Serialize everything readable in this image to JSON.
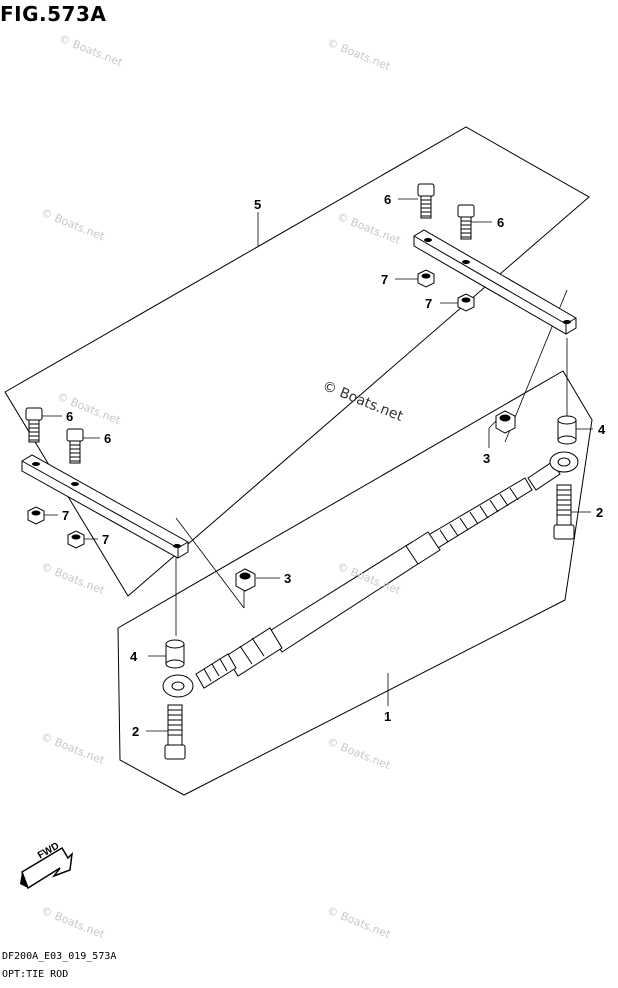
{
  "figure": {
    "title": "FIG.573A",
    "code": "DF200A_E03_019_573A",
    "caption": "OPT:TIE ROD"
  },
  "watermark": "© Boats.net",
  "fwd_label": "FWD",
  "callouts": {
    "c5": "5",
    "c6a": "6",
    "c6b": "6",
    "c6c": "6",
    "c6d": "6",
    "c7a": "7",
    "c7b": "7",
    "c7c": "7",
    "c7d": "7",
    "c3a": "3",
    "c3b": "3",
    "c4a": "4",
    "c4b": "4",
    "c2a": "2",
    "c2b": "2",
    "c1": "1"
  }
}
